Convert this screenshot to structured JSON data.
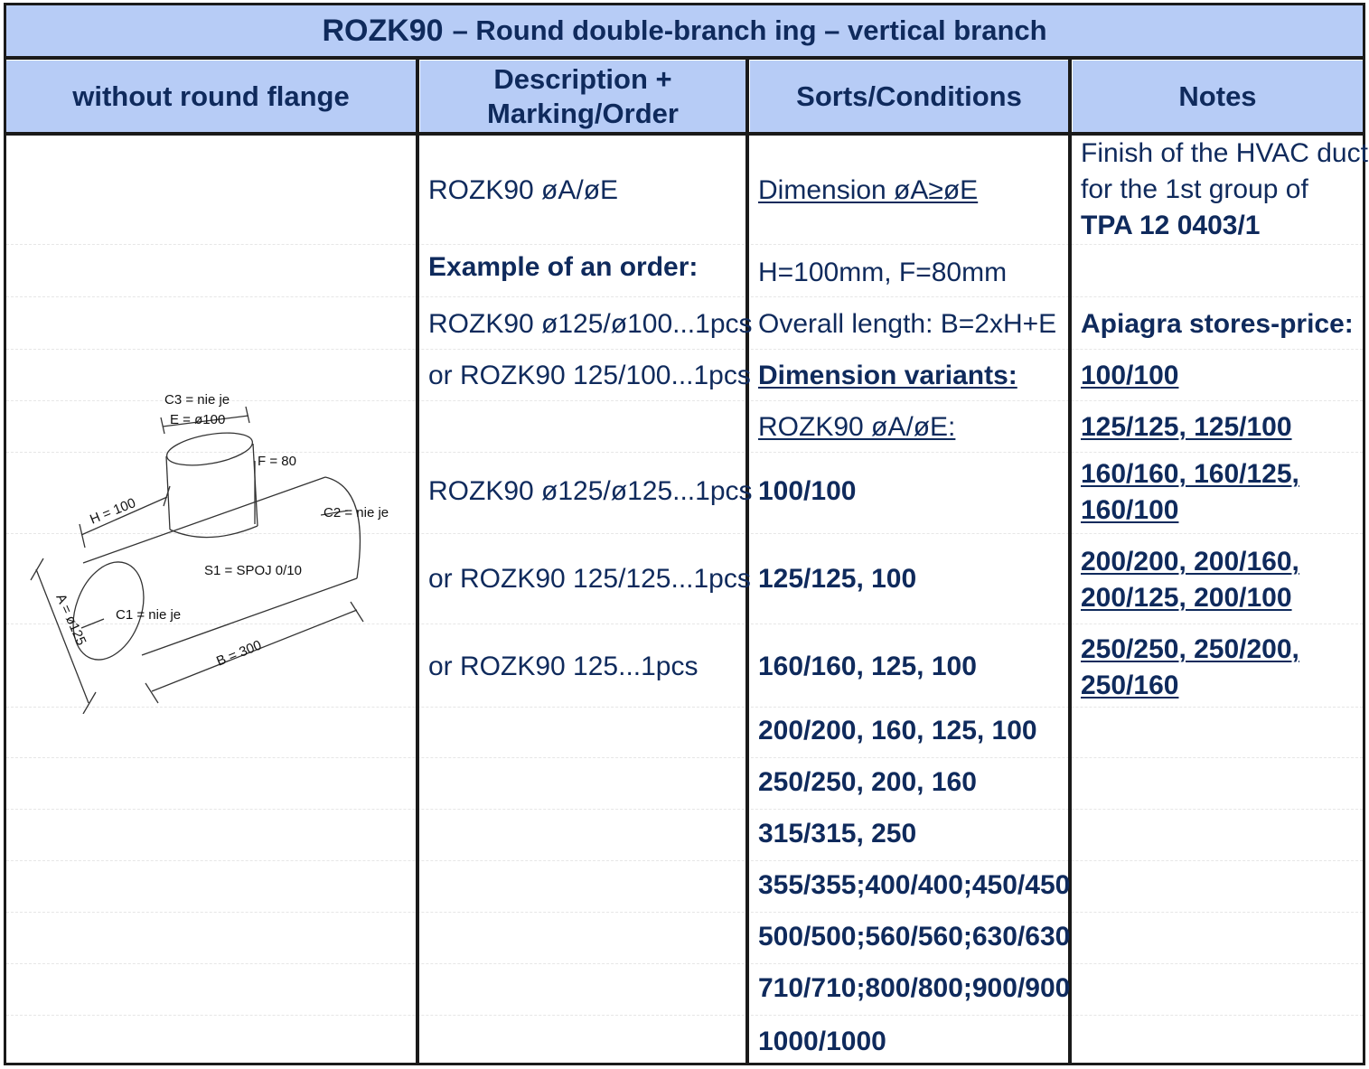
{
  "title": {
    "code": "ROZK90",
    "rest": "– Round double-branch ing – vertical branch"
  },
  "headers": {
    "col1": "without round flange",
    "col2_line1": "Description +",
    "col2_line2": "Marking/Order",
    "col3": "Sorts/Conditions",
    "col4": "Notes"
  },
  "diagram": {
    "c3": "C3 = nie je",
    "e": "E = ø100",
    "f": "F = 80",
    "h": "H = 100",
    "c2": "C2 = nie je",
    "s1": "S1 = SPOJ 0/10",
    "c1": "C1 = nie je",
    "a": "A = ø125",
    "b": "B = 300"
  },
  "description": {
    "marking": "ROZK90 øA/øE",
    "example_label": "Example of an order:",
    "ex1": "ROZK90 ø125/ø100...1pcs",
    "ex2": "or ROZK90 125/100...1pcs",
    "ex3": "ROZK90 ø125/ø125...1pcs",
    "ex4": "or ROZK90 125/125...1pcs",
    "ex5": "or ROZK90 125...1pcs"
  },
  "sorts": {
    "dimension": "Dimension øA≥øE",
    "hf": "H=100mm, F=80mm",
    "overall": "Overall length: B=2xH+E",
    "variants_label": "Dimension variants:",
    "variants_sub": "ROZK90 øA/øE:",
    "v1": "100/100",
    "v2": "125/125, 100",
    "v3": "160/160,  125, 100",
    "v4": "200/200, 160, 125, 100",
    "v5": "250/250, 200, 160",
    "v6": "315/315, 250",
    "v7": "355/355;400/400;450/450",
    "v8": "500/500;560/560;630/630",
    "v9": "710/710;800/800;900/900",
    "v10": "1000/1000"
  },
  "notes": {
    "line1": "Finish of the HVAC duct",
    "line2": "for the 1st group of",
    "tpa": "TPA 12 0403/1",
    "stores": "Apiagra stores-price:",
    "n1": "100/100",
    "n2": "125/125, 125/100",
    "n3a": "160/160,  160/125,",
    "n3b": "160/100",
    "n4a": "200/200, 200/160,",
    "n4b": "200/125, 200/100",
    "n5a": "250/250, 250/200,",
    "n5b": "250/160"
  },
  "colors": {
    "header_bg": "#b7ccf6",
    "text": "#0f2a5c",
    "border": "#1a1a1a"
  }
}
